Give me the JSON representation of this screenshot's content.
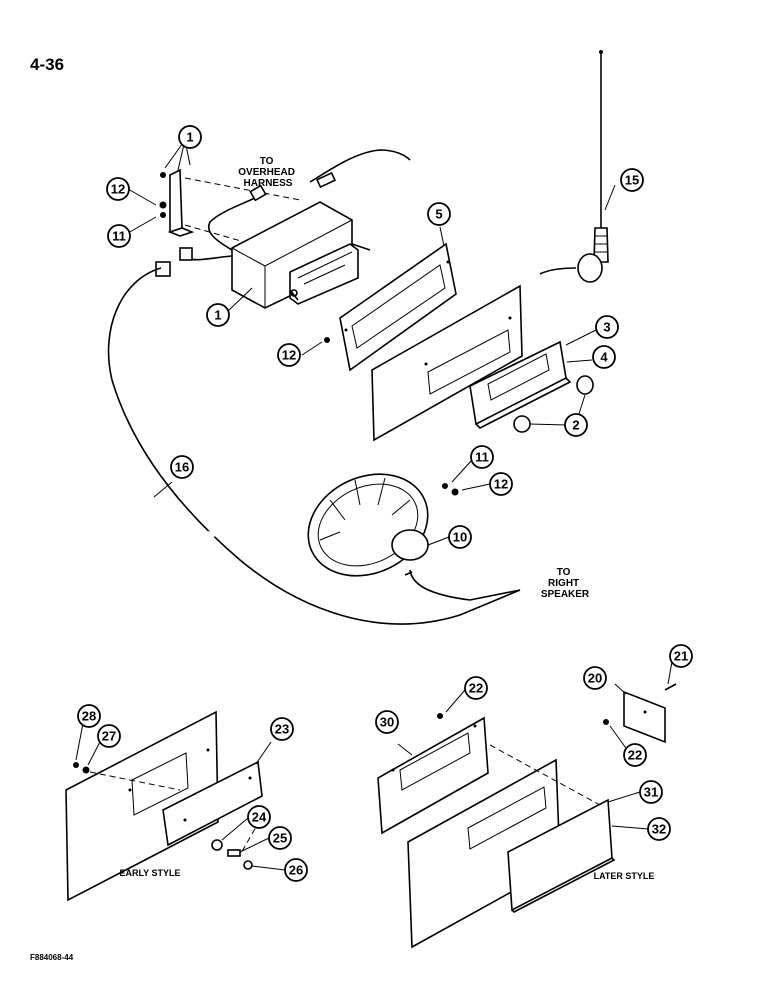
{
  "page_number": "4-36",
  "figure_code": "F884068-44",
  "labels": {
    "overhead": [
      "TO",
      "OVERHEAD",
      "HARNESS"
    ],
    "speaker": [
      "TO",
      "RIGHT",
      "SPEAKER"
    ],
    "early_style": "EARLY STYLE",
    "later_style": "LATER STYLE"
  },
  "callouts": {
    "c1_top": "1",
    "c12_top": "12",
    "c11_top": "11",
    "c1_radio": "1",
    "c5": "5",
    "c15": "15",
    "c12_mid": "12",
    "c3": "3",
    "c4": "4",
    "c2": "2",
    "c16": "16",
    "c11_spk": "11",
    "c12_spk": "12",
    "c10": "10",
    "c28": "28",
    "c27": "27",
    "c23": "23",
    "c24": "24",
    "c25": "25",
    "c26": "26",
    "c22_top": "22",
    "c30": "30",
    "c20": "20",
    "c21": "21",
    "c22_r": "22",
    "c31": "31",
    "c32": "32"
  }
}
